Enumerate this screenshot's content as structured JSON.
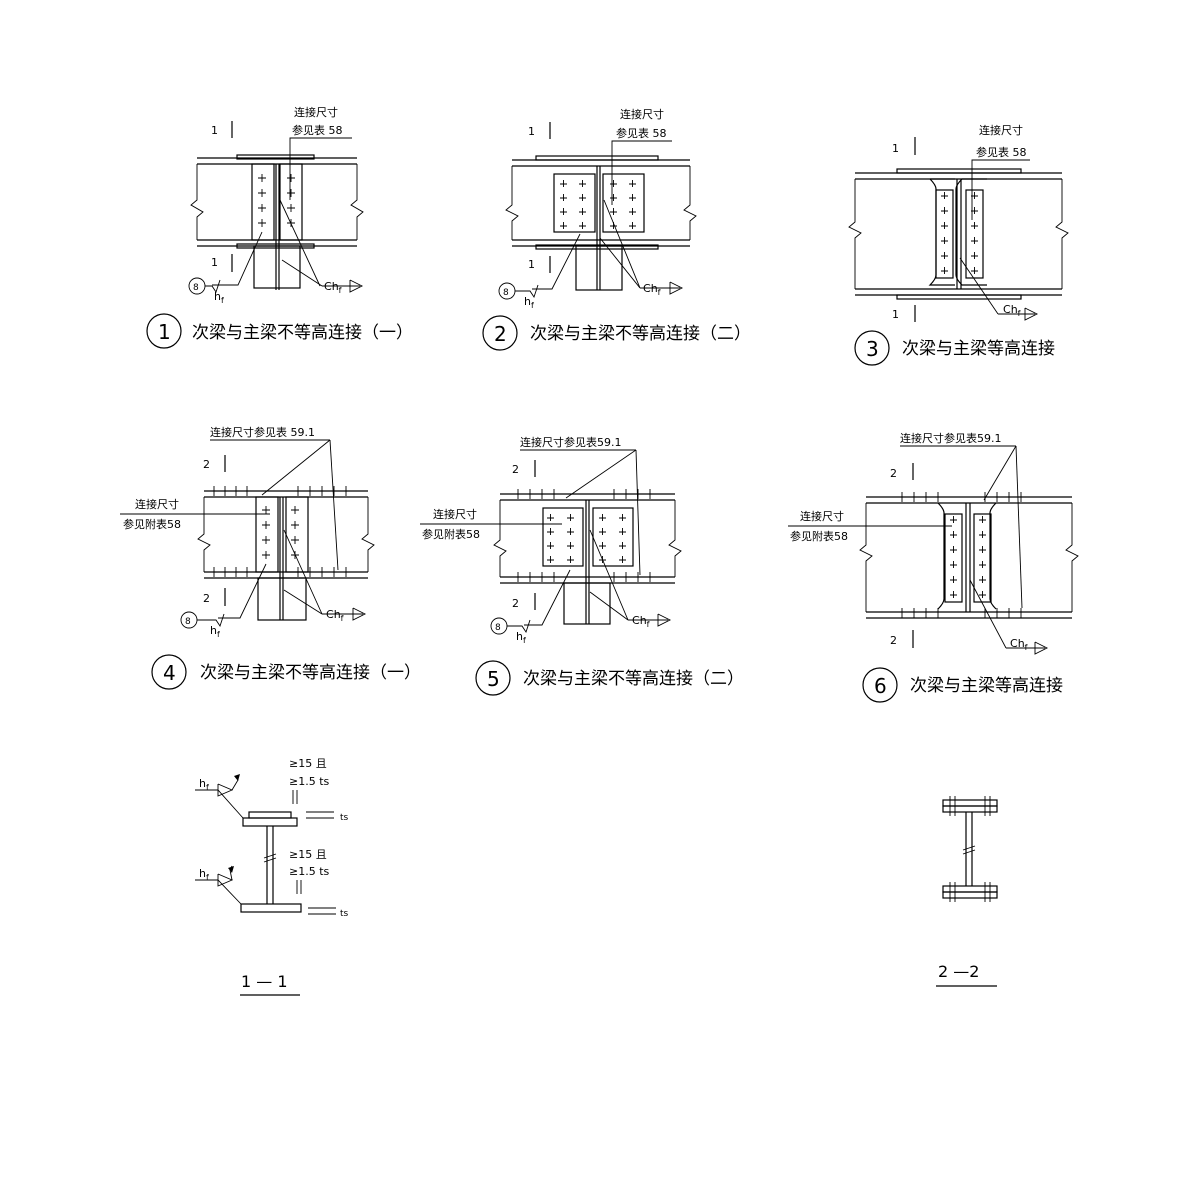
{
  "details": [
    {
      "id": "detail-1",
      "number": "1",
      "caption": "次梁与主梁不等高连接（一）",
      "note_line1": "连接尺寸",
      "note_line2": "参见表 58",
      "sec_mark": "1",
      "weld_tag": "8",
      "weld_hf": "h",
      "weld_hf_sub": "f"
    },
    {
      "id": "detail-2",
      "number": "2",
      "caption": "次梁与主梁不等高连接（二）",
      "note_line1": "连接尺寸",
      "note_line2": "参见表 58",
      "sec_mark": "1",
      "weld_tag": "8",
      "weld_hf": "h",
      "weld_hf_sub": "f"
    },
    {
      "id": "detail-3",
      "number": "3",
      "caption": "次梁与主梁等高连接",
      "note_line1": "连接尺寸",
      "note_line2": "参见表 58",
      "sec_mark": "1",
      "weld_hf": "h",
      "weld_hf_sub": "f"
    },
    {
      "id": "detail-4",
      "number": "4",
      "caption": "次梁与主梁不等高连接（一）",
      "note_top": "连接尺寸参见表 59.1",
      "note_line1": "连接尺寸",
      "note_line2": "参见附表58",
      "sec_mark": "2",
      "weld_tag": "8",
      "weld_hf": "h",
      "weld_hf_sub": "f"
    },
    {
      "id": "detail-5",
      "number": "5",
      "caption": "次梁与主梁不等高连接（二）",
      "note_top": "连接尺寸参见表59.1",
      "note_line1": "连接尺寸",
      "note_line2": "参见附表58",
      "sec_mark": "2",
      "weld_tag": "8",
      "weld_hf": "h",
      "weld_hf_sub": "f"
    },
    {
      "id": "detail-6",
      "number": "6",
      "caption": "次梁与主梁等高连接",
      "note_top": "连接尺寸参见表59.1",
      "note_line1": "连接尺寸",
      "note_line2": "参见附表58",
      "sec_mark": "2",
      "weld_hf": "h",
      "weld_hf_sub": "f"
    }
  ],
  "section_1_1": {
    "title": "1 — 1",
    "dim_top_1": "≥15 且",
    "dim_top_2": "≥1.5 ts",
    "dim_mid_1": "≥15 且",
    "dim_mid_2": "≥1.5 ts",
    "ts_label": "ts",
    "hf_label": "h",
    "hf_sub": "f"
  },
  "section_2_2": {
    "title": "2 —2"
  }
}
